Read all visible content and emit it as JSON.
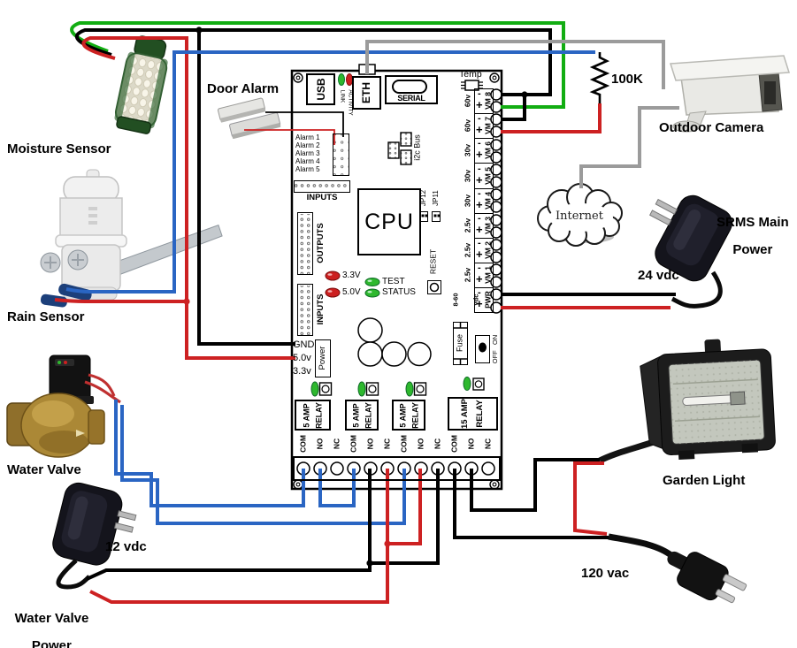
{
  "colors": {
    "wire_black": "#000000",
    "wire_red": "#cd2122",
    "wire_green": "#12ad12",
    "wire_blue": "#2a65c3",
    "wire_gray": "#9b9b9b",
    "led_green": "#2eb82e",
    "led_red": "#cc2020"
  },
  "labels": {
    "moisture_sensor": "Moisture Sensor",
    "rain_sensor": "Rain Sensor",
    "door_alarm": "Door Alarm",
    "water_valve": "Water Valve",
    "water_valve_power_voltage": "12 vdc",
    "water_valve_power_1": "Water Valve",
    "water_valve_power_2": "Power",
    "resistor_value": "100K",
    "outdoor_camera": "Outdoor Camera",
    "internet": "Internet",
    "srms_power_1": "SRMS Main",
    "srms_power_2": "Power",
    "srms_voltage": "24 vdc",
    "garden_light": "Garden Light",
    "mains_voltage": "120 vac"
  },
  "board": {
    "usb": "USB",
    "link": "LINK",
    "activity": "ACTIVITY",
    "eth": "ETH",
    "serial": "SERIAL",
    "temp": "Temp",
    "alarms": [
      "Alarm 1",
      "Alarm 2",
      "Alarm 3",
      "Alarm 4",
      "Alarm 5"
    ],
    "inputs_top": "INPUTS",
    "outputs": "OUTPUTS",
    "inputs_side": "INPUTS",
    "cpu": "CPU",
    "i2c_bus": "i2c Bus",
    "jp12": "JP12",
    "jp11": "JP11",
    "reset": "RESET",
    "led_33": "3.3V",
    "led_50": "5.0V",
    "led_test": "TEST",
    "led_status": "STATUS",
    "gnd": "GND",
    "rail_50": "5.0v",
    "rail_33": "3.3v",
    "power": "Power",
    "fuse": "Fuse",
    "power_switch": "OFF   ON",
    "minus": "-",
    "plus": "+",
    "vm_rows": [
      {
        "v": "60v",
        "n": "VM 8"
      },
      {
        "v": "60v",
        "n": "VM 7"
      },
      {
        "v": "30v",
        "n": "VM 6"
      },
      {
        "v": "30v",
        "n": "VM 5"
      },
      {
        "v": "30v",
        "n": "VM 4"
      },
      {
        "v": "2.5v",
        "n": "VM 3"
      },
      {
        "v": "2.5v",
        "n": "VM 2"
      },
      {
        "v": "2.5v",
        "n": "VM 1"
      }
    ],
    "pwr_range_1": "8-60",
    "pwr_range_2": "vdc",
    "pwr": "PWR",
    "relays": [
      {
        "a": "5 AMP",
        "b": "RELAY"
      },
      {
        "a": "5 AMP",
        "b": "RELAY"
      },
      {
        "a": "5 AMP",
        "b": "RELAY"
      },
      {
        "a": "15 AMP",
        "b": "RELAY"
      }
    ],
    "contacts": [
      "COM",
      "NO",
      "NC",
      "COM",
      "NO",
      "NC",
      "COM",
      "NO",
      "NC",
      "COM",
      "NO",
      "NC"
    ]
  }
}
